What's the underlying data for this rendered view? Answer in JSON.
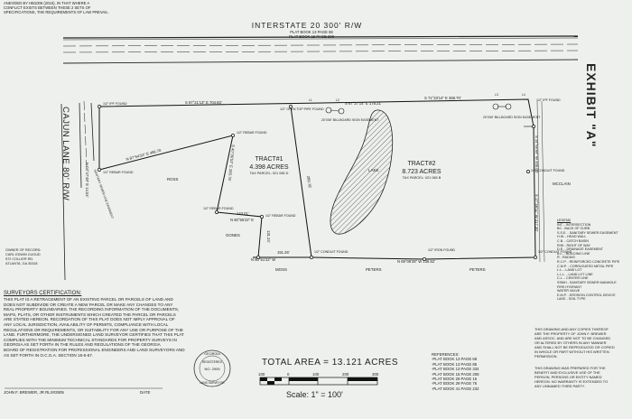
{
  "header_note": [
    "ANEVDED BY HB1006 (2015), IN THAT WHERE A",
    "CONFLICT EXISTS BETWEEN THESE 2 SETS OF",
    "SPECIFICATIONS, THE REQUIREMENTS OF LAW PREVAIL."
  ],
  "road": {
    "name": "INTERSTATE 20  300' R/W",
    "plat_refs": [
      "PLAT BOOK 13 PAGE 68",
      "PLAT BOOK 15 PAGE 208"
    ]
  },
  "exhibit_label": "EXHIBIT \"A\"",
  "cajun_lane": "CAJUN LANE 80' R/W",
  "tracts": [
    {
      "name": "TRACT#1",
      "area": "4.398 ACRES",
      "parcel": "TAX PARCEL: 021 065 D"
    },
    {
      "name": "TRACT#2",
      "area": "8.723 ACRES",
      "parcel": "TAX PARCEL: 021 065 B"
    }
  ],
  "neighbors": {
    "ross": "ROSS",
    "gones": "GONES",
    "moss": "MOSS",
    "peters_1": "PETERS",
    "peters_2": "PETERS",
    "mcclain": "MCCLAIN",
    "lake": "LAKE"
  },
  "bearings": {
    "north_west": "S 67°21'13\" E 704.93'",
    "north_east": "S 71°33'14\" E 368.70'",
    "north_mid": "S 67°37'14\" E  178.21'",
    "diag": "N 87°54'24\" E 486.70",
    "tract1_west": "S 40°36'52\" E 283.76'",
    "tract1_mid_bottom": "N 60°55'22\" E",
    "mid_left": "N 60°51'22\" W",
    "bottom_mid": "N 69°29'28\" W",
    "bottom_right": "N 69°08'28\" W 136.52'",
    "east_top": "S 14°55'56\" W 320.00'",
    "east_bottom": "S 17°39'11\" W 217.30'",
    "cajun_ref": "N 03°47'49\" E 14.04'"
  },
  "distances": {
    "d1": "143.01'",
    "d2": "131.24'",
    "d3": "151.26'",
    "d4": "289.78'",
    "d5": "1/2\" REBAR"
  },
  "pin_labels": {
    "ipf": "1/2\" IPF FOUND",
    "rebar": "1/2\" REBAR FOUND",
    "otp": "1/2\" OPEN TOP PIPE FOUND",
    "conduit": "1/2\" CONDUIT FOUND",
    "iron": "1/2\" IRON FOUND"
  },
  "easements": {
    "e1": "20'X50' BILLBOARD SIGN EASEMENT",
    "e2": "20'X50' BILLBOARD SIGN EASEMENT",
    "cajun_line": "SANITARY SEWER LINE EASEMENT"
  },
  "owner": [
    "OWNER OF RECORD:",
    "CARL EDWIN CUOUD",
    "572 COLLIER RD.",
    "ATLANTA, GA 30318"
  ],
  "surveyor_cert": {
    "title": "SURVEYORS CERTIFICATION:",
    "lines": [
      "THIS PLAT IS A RETRACEMENT OF AN EXISTING PARCEL OR PARCELS OF LAND AND",
      "DOES NOT SUBDIVIDE OR CREATE A NEW PARCEL OR MAKE ANY CHANGES TO ANY",
      "REAL PROPERTY BOUNDARIES. THE RECORDING INFORMATION OF THE DOCUMENTS,",
      "MAPS, PLATS, OR OTHER INSTRUMENTS WHICH CREATED THE PARCEL OR PARCELS",
      "ARE STATED HEREON. RECORDATION OF THIS PLAT DOES NOT IMPLY APPROVAL OF",
      "ANY LOCAL JURISDICTION, AVAILABILITY OF PERMITS, COMPLIANCE WITH LOCAL",
      "REGULATIONS OR REQUIREMENTS, OR SUITABILITY FOR ANY USE OR PURPOSE OF THE",
      "LAND. FURTHERMORE, THE UNDERSIGNED LAND SURVEYOR CERTIFIES THAT THIS PLAT",
      "COMPLIES WITH THE MINIMUM TECHNICAL STANDARDS FOR PROPERTY SURVEYS IN",
      "GEORGIA AS SET FORTH IN THE RULES AND REGULATIONS OF THE GEORGIA",
      "BOARD OF REGISTRATION FOR PROFESSIONAL ENGINEERS AND LAND SURVEYORS AND",
      "AS SET FORTH IN O.C.G.A. SECTION 15-6-67."
    ],
    "signature": "JOHN F. BREWER, JR RLS#2905",
    "date_label": "DATE"
  },
  "seal": {
    "top": "GEORGIA",
    "line2": "REGISTERED",
    "number": "NO. 2905",
    "bottom": "LAND SURVEYOR"
  },
  "total_area": "TOTAL AREA = 13.121 ACRES",
  "scale": {
    "ticks": [
      "100",
      "0",
      "100",
      "200",
      "300"
    ],
    "label": "Scale:  1\"  =  100'"
  },
  "references": {
    "title": "REFERENCES:",
    "items": [
      "-PLAT BOOK 13 PAGE 68",
      "-PLAT BOOK 13 PAGE 85",
      "-PLAT BOOK 13 PAGE 334",
      "-PLAT BOOK 15 PAGE 208",
      "-PLAT BOOK 29 PAGE 16",
      "-PLAT BOOK 29 PAGE 76",
      "-PLAT BOOK 41 PAGE 232"
    ]
  },
  "legend": {
    "title": "LEGEND",
    "items": [
      "INT. - INTERSECTION",
      "BC - BACK OF CURB",
      "S.S.E. - SANITARY SEWER EASEMENT",
      "H.W. - HEAD WALL",
      "C.B. - CATCH BASIN",
      "R/W - RIGHT OF WAY",
      "D.E. - DRAINAGE EASEMENT",
      "B.L. - BUILDING LINE",
      "R - RADIUS",
      "R.C.P. - REINFORCED CONCRETE PIPE",
      "C.M.P. - CORRUGATED METAL PIPE",
      "L.L. - LAND LOT",
      "L.L.L. - LAND LOT LINE",
      "C.L. - CENTER LINE",
      "SSMH - SANITARY SEWER MANHOLE",
      "FIRE HYDRANT",
      "WATER VALVE",
      "E.M.P. - EROSION CONTROL DEVICE",
      "LAKE - SOIL TYPE"
    ]
  },
  "property_note": [
    "THIS DRAWING AND ANY COPIES THEREOF",
    "ARE THE PROPERTY OF JOHN F. BREWER",
    "AND ASSOC. AND ARE NOT TO BE CHANGED",
    "OR ALTERED BY OTHERS IN ANY MANNER",
    "AND SHALL NOT BE REPRODUCED OR COPIED",
    "IN WHOLE OR PART WITHOUT HIS WRITTEN",
    "PERMISSION."
  ],
  "prepared_note": [
    "THIS DRAWING WAS PREPARED FOR THE",
    "BENEFIT AND EXCLUSIVE USE OF THE",
    "PERSON, PERSONS OR ENTITY NAMED",
    "HEREON. NO WARRANTY IS EXTENDED TO",
    "ANY UNNAMED THIRD PARTY."
  ]
}
